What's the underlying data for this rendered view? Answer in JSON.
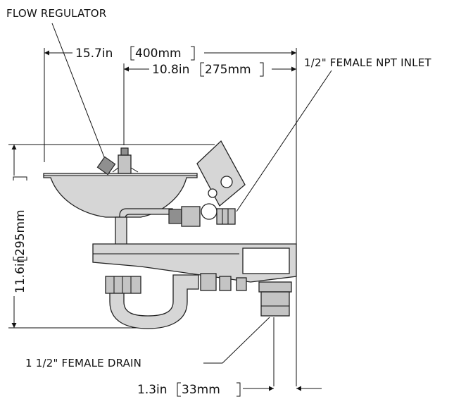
{
  "labels": {
    "flow_regulator": "FLOW REGULATOR",
    "npt_inlet": "1/2\" FEMALE NPT INLET",
    "drain": "1 1/2\" FEMALE DRAIN"
  },
  "dimensions": {
    "width_total": {
      "imperial": "15.7in",
      "metric": "400mm"
    },
    "width_to_spout": {
      "imperial": "10.8in",
      "metric": "275mm"
    },
    "height_total": {
      "imperial": "11.6in",
      "metric": "295mm"
    },
    "drain_offset": {
      "imperial": "1.3in",
      "metric": "33mm"
    }
  }
}
